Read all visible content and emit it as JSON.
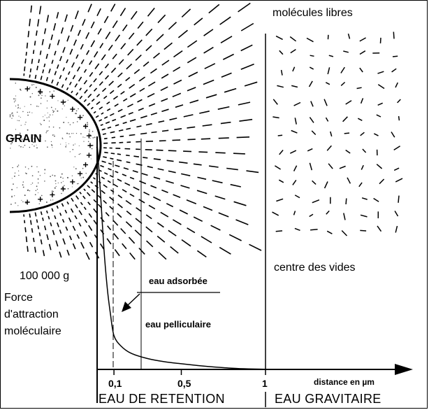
{
  "labels": {
    "grain": "GRAIN",
    "free_molecules": "molécules libres",
    "void_centre": "centre des vides",
    "force_value": "100 000 g",
    "ylabel_lines": [
      "Force",
      "d'attraction",
      "moléculaire"
    ],
    "adsorbed_water": "eau adsorbée",
    "film_water": "eau pelliculaire",
    "xaxis_label": "distance en µm",
    "retention_water": "EAU DE RETENTION",
    "gravity_water": "EAU GRAVITAIRE"
  },
  "ticks": [
    "0,1",
    "0,5",
    "1"
  ],
  "chart_data": {
    "type": "line",
    "xlabel": "distance en µm",
    "ylabel": "Force d'attraction moléculaire",
    "x_ticks": [
      0.1,
      0.5,
      1
    ],
    "y_max_label": "100 000 g",
    "series": [
      {
        "x": [
          0.0,
          0.02,
          0.04,
          0.06,
          0.08,
          0.1,
          0.14,
          0.2,
          0.3,
          0.4,
          0.5,
          0.6,
          0.7,
          0.8,
          0.9,
          1.0,
          1.1
        ],
        "y": [
          100000,
          78000,
          54000,
          36000,
          24000,
          15000,
          10500,
          7200,
          4800,
          3400,
          2500,
          1700,
          1050,
          550,
          250,
          100,
          60
        ]
      }
    ],
    "regions": [
      {
        "label": "EAU DE RETENTION",
        "x_range": [
          0,
          1
        ]
      },
      {
        "label": "EAU GRAVITAIRE",
        "x_range": [
          1,
          1.6
        ]
      }
    ],
    "annotations": [
      "eau adsorbée",
      "eau pelliculaire",
      "molécules libres",
      "centre des vides",
      "GRAIN"
    ]
  },
  "colors": {
    "ink": "#000000",
    "background": "#ffffff"
  }
}
